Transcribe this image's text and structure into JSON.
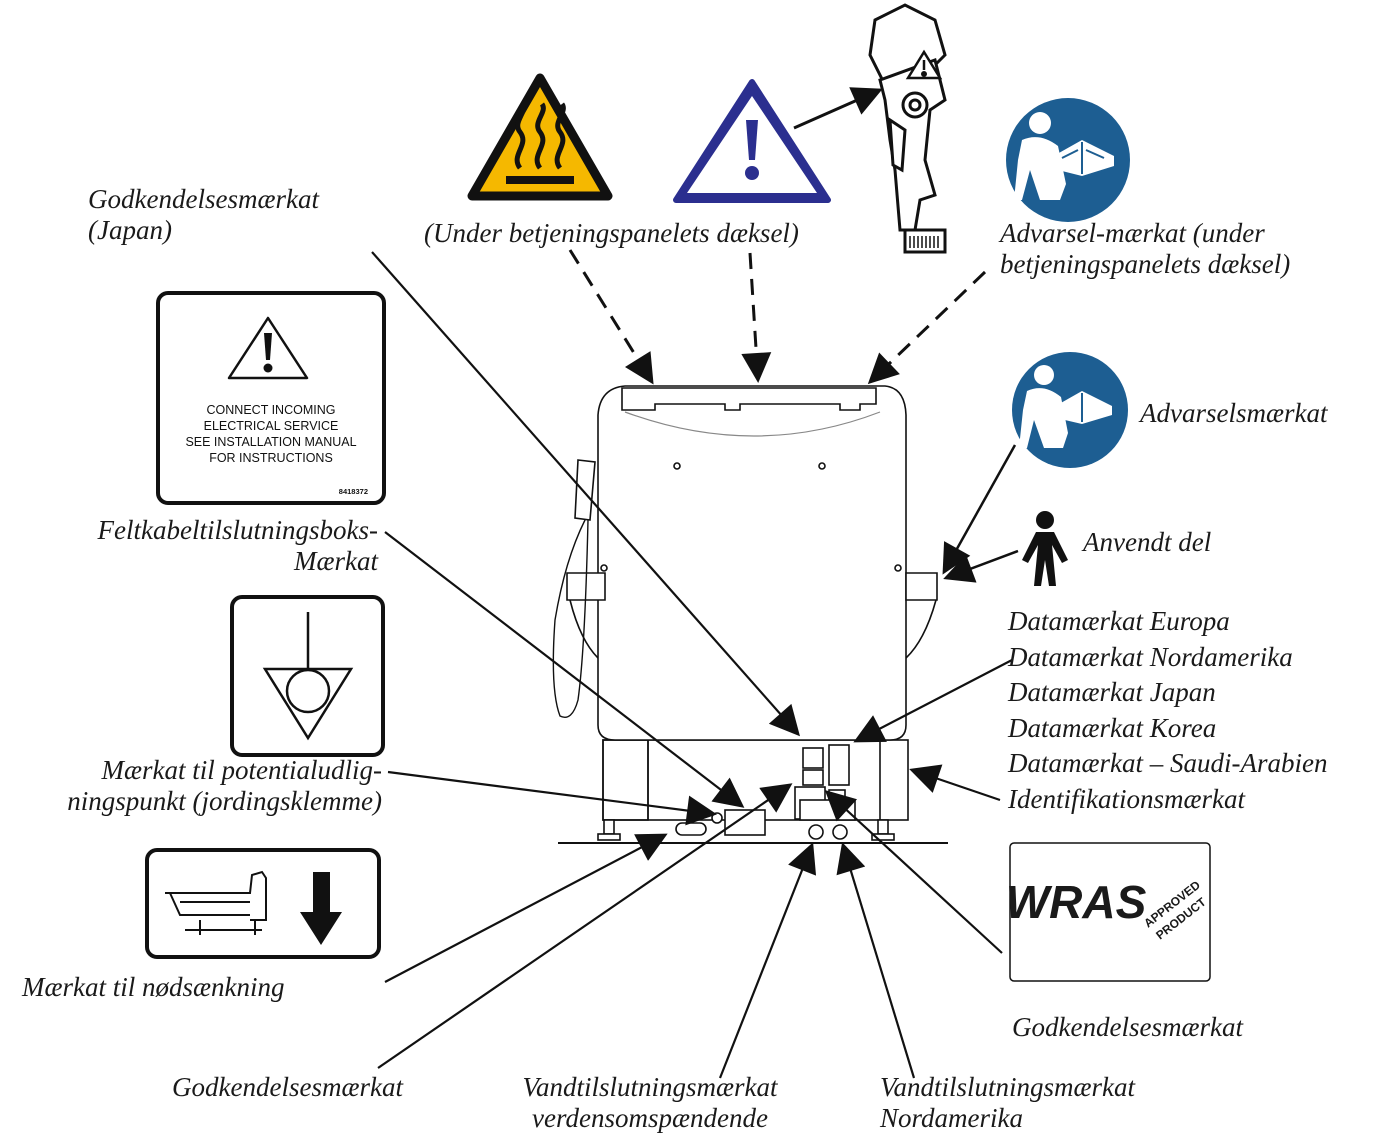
{
  "labels": {
    "japan_approval": [
      "Godkendelsesmærkat",
      "(Japan)"
    ],
    "under_panel_cover": "(Under betjeningspanelets dæksel)",
    "warning_label_under_cover": [
      "Advarsel-mærkat (under",
      "betjeningspanelets dæksel)"
    ],
    "warning_label": "Advarselsmærkat",
    "applied_part": "Anvendt del",
    "field_box_label": [
      "Feltkabeltilslutningsboks-",
      "Mærkat"
    ],
    "data_labels": [
      "Datamærkat Europa",
      "Datamærkat Nordamerika",
      "Datamærkat Japan",
      "Datamærkat Korea",
      "Datamærkat – Saudi-Arabien",
      "Identifikationsmærkat"
    ],
    "equipotential_label": [
      "Mærkat til potentialudlig-",
      "ningspunkt (jordingsklemme)"
    ],
    "emergency_lowering_label": "Mærkat til nødsænkning",
    "approval_wras": "Godkendelsesmærkat",
    "approval_bottom": "Godkendelsesmærkat",
    "water_worldwide": [
      "Vandtilslutningsmærkat",
      "verdensomspændende"
    ],
    "water_north_america": [
      "Vandtilslutningsmærkat",
      "Nordamerika"
    ]
  },
  "electrical_label": {
    "lines": [
      "CONNECT INCOMING",
      "ELECTRICAL SERVICE",
      "SEE INSTALLATION MANUAL",
      "FOR INSTRUCTIONS"
    ],
    "part_number": "8418372"
  },
  "wras_logo": {
    "text": "WRAS",
    "sub_top": "APPROVED",
    "sub_bottom": "PRODUCT"
  },
  "colors": {
    "hot_surface_yellow": "#f5b800",
    "warning_blue": "#2b2f8f",
    "manual_blue": "#1d5e92",
    "line": "#111111"
  },
  "icons": [
    "hot-surface-icon",
    "general-warning-icon",
    "read-manual-icon",
    "applied-part-body-icon",
    "equipotential-icon",
    "emergency-lowering-icon"
  ]
}
